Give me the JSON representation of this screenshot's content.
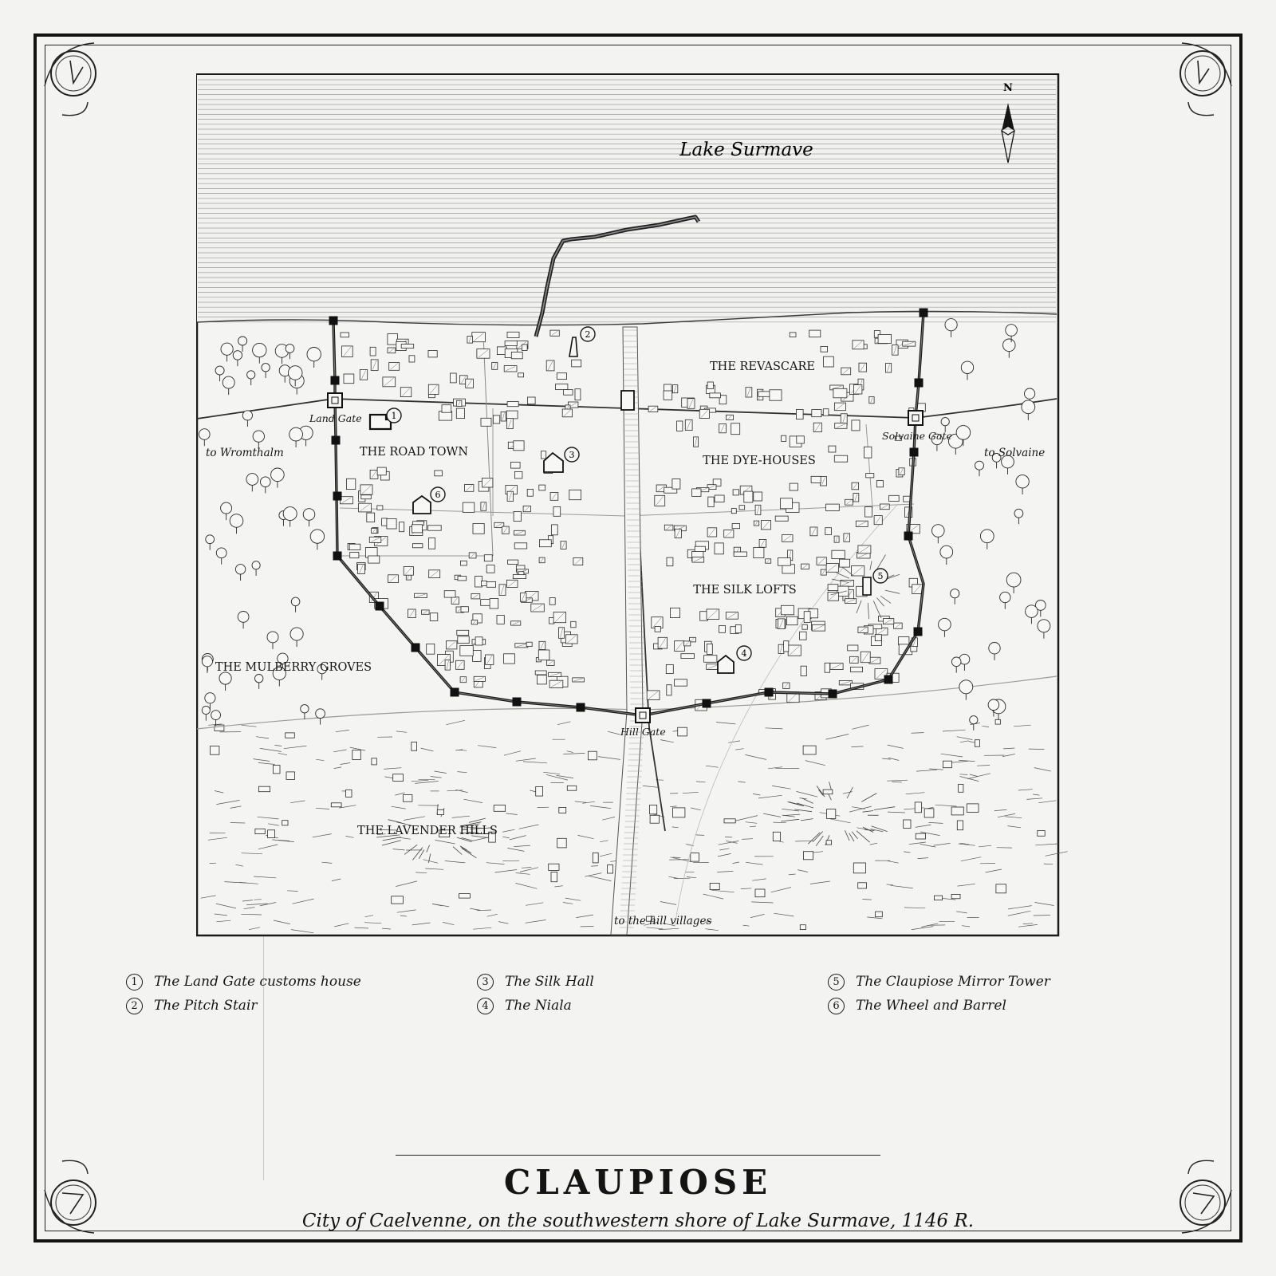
{
  "map": {
    "title": "CLAUPIOSE",
    "subtitle": "City of Caelvenne, on the southwestern shore of Lake Surmave, 1146 R.",
    "compass_label": "N",
    "water_label": "Lake Surmave",
    "districts": {
      "revascare": "THE REVASCARE",
      "road_town": "THE ROAD TOWN",
      "dye_houses": "THE DYE-HOUSES",
      "silk_lofts": "THE SILK LOFTS",
      "mulberry_groves": "THE MULBERRY GROVES",
      "lavender_hills": "THE LAVENDER HILLS"
    },
    "gates": {
      "land": "Land Gate",
      "solvaine": "Solvaine Gate",
      "hill": "Hill Gate"
    },
    "roads": {
      "west": "to Wromthalm",
      "east": "to Solvaine",
      "south": "to the hill villages"
    },
    "markers": [
      "1",
      "2",
      "3",
      "4",
      "5",
      "6"
    ]
  },
  "legend": [
    {
      "num": "1",
      "label": "The Land Gate customs house"
    },
    {
      "num": "2",
      "label": "The Pitch Stair"
    },
    {
      "num": "3",
      "label": "The Silk Hall"
    },
    {
      "num": "4",
      "label": "The Niala"
    },
    {
      "num": "5",
      "label": "The Claupiose Mirror Tower"
    },
    {
      "num": "6",
      "label": "The Wheel and Barrel"
    }
  ],
  "icons": {
    "corner_ornament": "corner-compass-ornament-icon",
    "compass": "north-arrow-icon"
  }
}
